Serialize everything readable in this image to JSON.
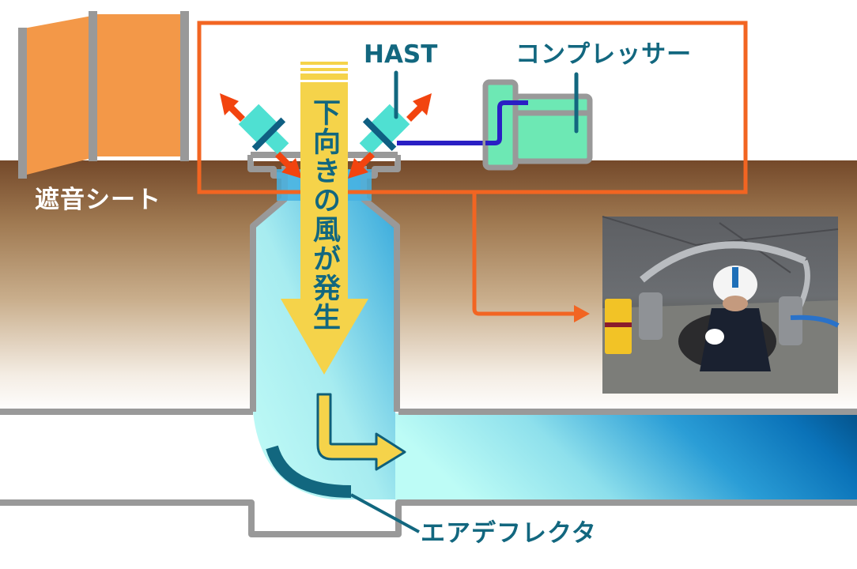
{
  "labels": {
    "sound_sheet": "遮音シート",
    "hast": "HAST",
    "compressor": "コンプレッサー",
    "downward_wind": "下向きの風が発生",
    "air_deflector": "エアデフレクタ"
  },
  "photo": {
    "description": "worker in manhole with HAST ring apparatus"
  },
  "colors": {
    "callout_orange": "#f26522",
    "label_teal": "#12677f",
    "arrow_yellow": "#f5d34a",
    "nozzle_cyan": "#4fe0d2",
    "compressor_green": "#6de8b4",
    "hose_blue": "#2a1fc4",
    "pipe_gray": "#999999",
    "soil_brown": "#7a522c",
    "sheet_orange": "#f39848",
    "air_arrow_red": "#f2440f",
    "pipe_blue_dark": "#045a9a",
    "pipe_blue_light": "#bdfcf6"
  }
}
